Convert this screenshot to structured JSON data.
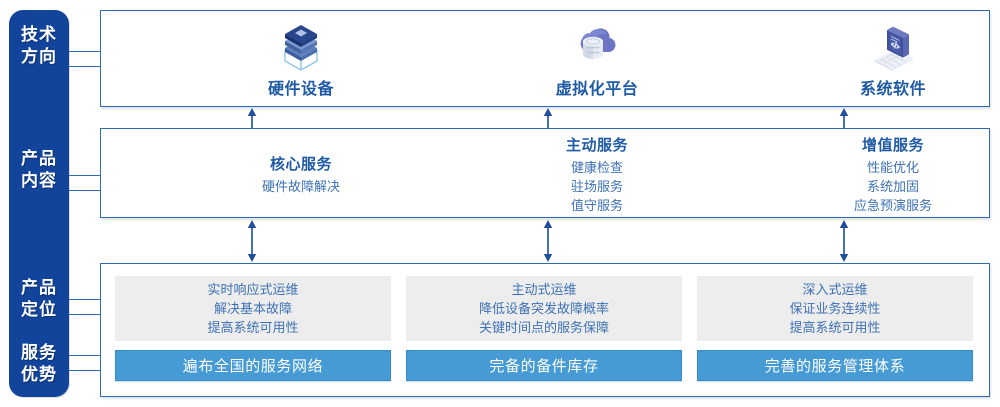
{
  "colors": {
    "rail_bg": "#12449B",
    "panel_border": "#2E6DB4",
    "heading_blue": "#1F5AA6",
    "body_blue": "#3E72B4",
    "grey_card": "#EDEDED",
    "ribbon_blue": "#479BD5",
    "arrow_blue": "#1F4E9C"
  },
  "rail": {
    "labels": [
      {
        "name": "technology-direction",
        "line1": "技术",
        "line2": "方向"
      },
      {
        "name": "product-content",
        "line1": "产品",
        "line2": "内容"
      },
      {
        "name": "product-positioning",
        "line1": "产品",
        "line2": "定位"
      },
      {
        "name": "service-advantage",
        "line1": "服务",
        "line2": "优势"
      }
    ]
  },
  "technology": {
    "columns": [
      {
        "icon": "server-stack-icon",
        "title": "硬件设备"
      },
      {
        "icon": "cloud-database-icon",
        "title": "虚拟化平台"
      },
      {
        "icon": "laptop-code-icon",
        "title": "系统软件"
      }
    ]
  },
  "product_content": {
    "columns": [
      {
        "heading": "核心服务",
        "items": [
          "硬件故障解决"
        ]
      },
      {
        "heading": "主动服务",
        "items": [
          "健康检查",
          "驻场服务",
          "值守服务"
        ]
      },
      {
        "heading": "增值服务",
        "items": [
          "性能优化",
          "系统加固",
          "应急预演服务"
        ]
      }
    ]
  },
  "bottom": {
    "columns": [
      {
        "positioning": [
          "实时响应式运维",
          "解决基本故障",
          "提高系统可用性"
        ],
        "advantage": "遍布全国的服务网络"
      },
      {
        "positioning": [
          "主动式运维",
          "降低设备突发故障概率",
          "关键时间点的服务保障"
        ],
        "advantage": "完备的备件库存"
      },
      {
        "positioning": [
          "深入式运维",
          "保证业务连续性",
          "提高系统可用性"
        ],
        "advantage": "完善的服务管理体系"
      }
    ]
  },
  "arrows": {
    "up_name": "arrow-up-connector",
    "updown_name": "arrow-up-down-connector"
  }
}
